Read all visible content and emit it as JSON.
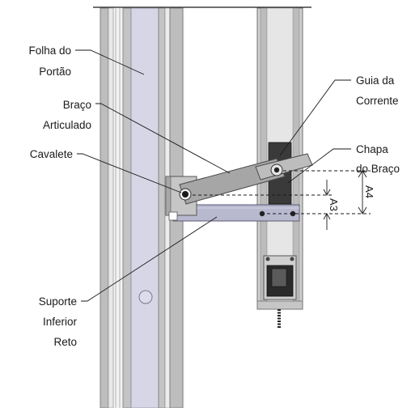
{
  "labels": {
    "folha_line1": "Folha do",
    "folha_line2": "Portão",
    "braco_line1": "Braço",
    "braco_line2": "Articulado",
    "cavalete": "Cavalete",
    "suporte_line1": "Suporte",
    "suporte_line2": "Inferior",
    "suporte_line3": "Reto",
    "guia_line1": "Guia da",
    "guia_line2": "Corrente",
    "chapa_line1": "Chapa",
    "chapa_line2": "do Braço"
  },
  "dimensions": {
    "a4": "A4",
    "a3": "A3"
  },
  "colors": {
    "gate_frame": "#bdbdbd",
    "gate_panel": "#d6d6e6",
    "arm": "#a6a6a6",
    "support": "#b8b8cf",
    "guide_block": "#3a3a3a",
    "line": "#1a1a1a"
  }
}
